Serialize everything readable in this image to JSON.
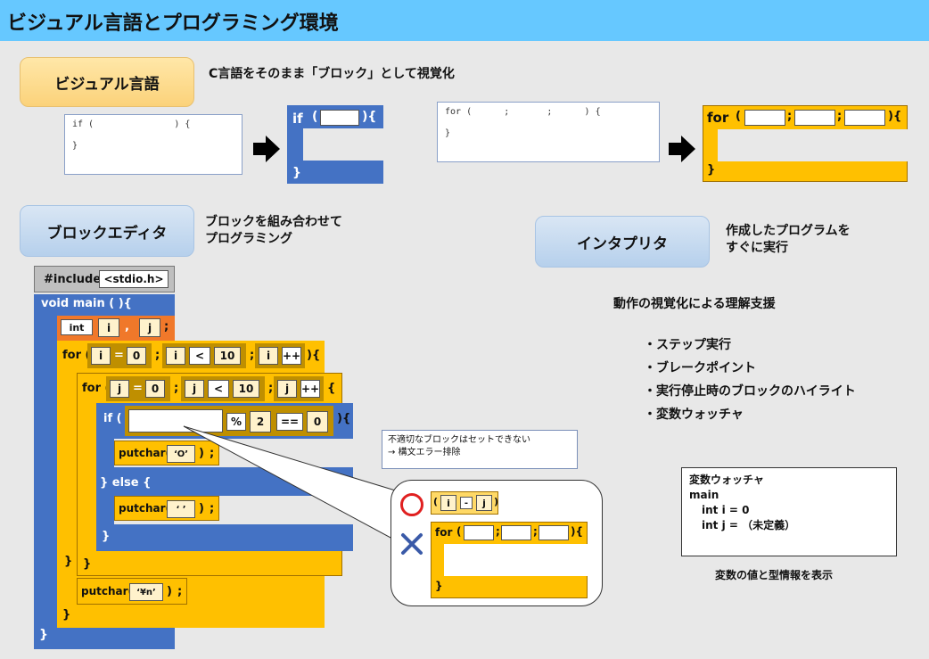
{
  "header": {
    "title": "ビジュアル言語とプログラミング環境"
  },
  "visual_lang": {
    "label": "ビジュアル言語",
    "desc": "C言語をそのまま「ブロック」として視覚化",
    "if_code": "if (               ) {\n\n}",
    "for_code": "for (      ;       ;      ) {\n\n}",
    "if_kw": "if",
    "for_kw": "for",
    "open": "(",
    "close": "){",
    "semi": ";",
    "brace": "}"
  },
  "block_editor": {
    "label": "ブロックエディタ",
    "desc_line1": "ブロックを組み合わせて",
    "desc_line2": "プログラミング"
  },
  "interpreter": {
    "label": "インタプリタ",
    "desc_line1": "作成したプログラムを",
    "desc_line2": "すぐに実行"
  },
  "visualization": {
    "heading": "動作の視覚化による理解支援",
    "bullets": [
      "・ステップ実行",
      "・ブレークポイント",
      "・実行停止時のブロックのハイライト",
      "・変数ウォッチャ"
    ]
  },
  "watcher": {
    "title": "変数ウォッチャ",
    "scope": "main",
    "line1": "int  i  =  0",
    "line2": "int  j  =  （未定義）",
    "caption": "変数の値と型情報を表示"
  },
  "callout": {
    "line1": "不適切なブロックはセットできない",
    "line2": " → 構文エラー排除"
  },
  "program": {
    "include": "#include",
    "header_file": "<stdio.h>",
    "main": "void  main ( ){",
    "int_kw": "int",
    "i": "i",
    "j": "j",
    "comma": ",",
    "semi": ";",
    "for_kw": "for (",
    "if_kw": "if (",
    "eq": "=",
    "zero": "0",
    "lt": "<",
    "ten": "10",
    "inc": "++",
    "brace_open": "){",
    "brace_open_alt": "{",
    "mod": "%",
    "two": "2",
    "eqeq": "==",
    "putchar": "putchar(",
    "char_o": "‘O’",
    "char_sp": "‘  ’",
    "char_nl": "‘¥n’",
    "close_paren": ")",
    "else": "} else {",
    "close_brace": "}"
  },
  "compare": {
    "ok_mark": "○",
    "ng_mark": "✕",
    "minus": "-",
    "for_label": "for",
    "open": "(",
    "close": "){"
  }
}
